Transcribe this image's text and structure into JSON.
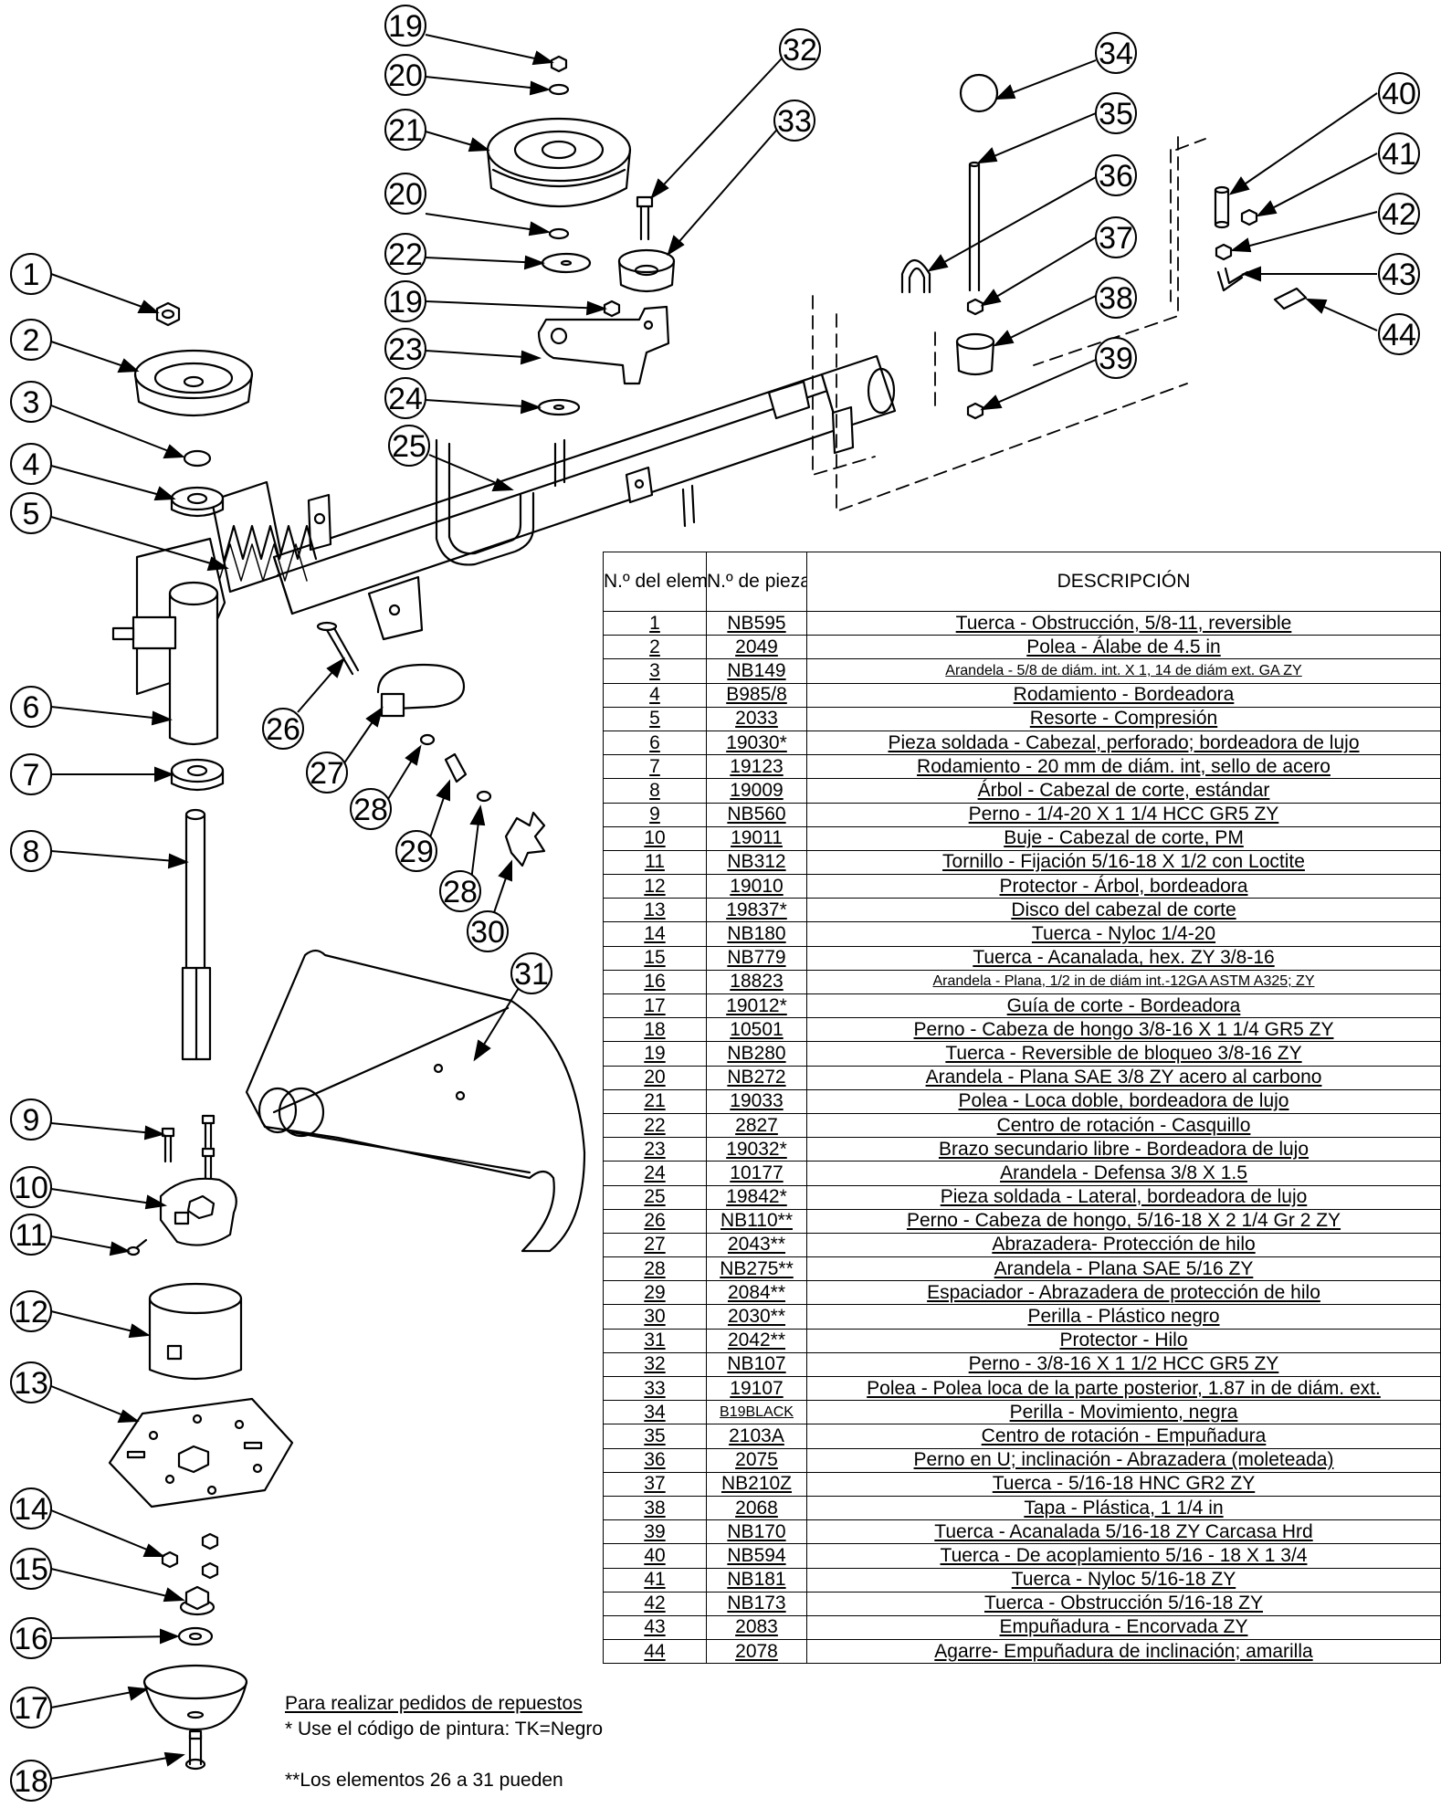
{
  "table": {
    "headers": {
      "item_no": "N.º del elemento",
      "part_no": "N.º de pieza",
      "description": "DESCRIPCIÓN"
    },
    "rows": [
      {
        "item": "1",
        "part": "NB595",
        "desc": "Tuerca - Obstrucción, 5/8-11, reversible"
      },
      {
        "item": "2",
        "part": "2049",
        "desc": "Polea - Álabe de 4.5 in"
      },
      {
        "item": "3",
        "part": "NB149",
        "desc": "Arandela - 5/8 de diám. int. X 1, 14 de diám ext. GA ZY",
        "small": true
      },
      {
        "item": "4",
        "part": "B985/8",
        "desc": "Rodamiento - Bordeadora"
      },
      {
        "item": "5",
        "part": "2033",
        "desc": "Resorte - Compresión"
      },
      {
        "item": "6",
        "part": "19030*",
        "desc": "Pieza soldada - Cabezal, perforado; bordeadora de lujo"
      },
      {
        "item": "7",
        "part": "19123",
        "desc": "Rodamiento - 20 mm de diám. int, sello de acero"
      },
      {
        "item": "8",
        "part": "19009",
        "desc": "Árbol - Cabezal de corte, estándar"
      },
      {
        "item": "9",
        "part": "NB560",
        "desc": "Perno - 1/4-20 X 1 1/4 HCC GR5 ZY"
      },
      {
        "item": "10",
        "part": "19011",
        "desc": "Buje - Cabezal de corte, PM"
      },
      {
        "item": "11",
        "part": "NB312",
        "desc": "Tornillo - Fijación 5/16-18 X 1/2 con Loctite"
      },
      {
        "item": "12",
        "part": "19010",
        "desc": "Protector - Árbol, bordeadora"
      },
      {
        "item": "13",
        "part": "19837*",
        "desc": "Disco del cabezal de corte"
      },
      {
        "item": "14",
        "part": "NB180",
        "desc": "Tuerca - Nyloc 1/4-20"
      },
      {
        "item": "15",
        "part": "NB779",
        "desc": "Tuerca - Acanalada, hex. ZY 3/8-16"
      },
      {
        "item": "16",
        "part": "18823",
        "desc": "Arandela - Plana, 1/2 in de diám int.-12GA ASTM A325; ZY",
        "small": true
      },
      {
        "item": "17",
        "part": "19012*",
        "desc": "Guía de corte - Bordeadora"
      },
      {
        "item": "18",
        "part": "10501",
        "desc": "Perno - Cabeza de hongo 3/8-16 X 1 1/4 GR5 ZY"
      },
      {
        "item": "19",
        "part": "NB280",
        "desc": "Tuerca - Reversible de bloqueo 3/8-16 ZY"
      },
      {
        "item": "20",
        "part": "NB272",
        "desc": "Arandela - Plana SAE 3/8 ZY acero al carbono"
      },
      {
        "item": "21",
        "part": "19033",
        "desc": "Polea - Loca doble, bordeadora de lujo"
      },
      {
        "item": "22",
        "part": "2827",
        "desc": "Centro de rotación - Casquillo"
      },
      {
        "item": "23",
        "part": "19032*",
        "desc": "Brazo secundario libre - Bordeadora de lujo"
      },
      {
        "item": "24",
        "part": "10177",
        "desc": "Arandela - Defensa 3/8 X 1.5"
      },
      {
        "item": "25",
        "part": "19842*",
        "desc": "Pieza soldada - Lateral, bordeadora de lujo"
      },
      {
        "item": "26",
        "part": "NB110**",
        "desc": "Perno - Cabeza de hongo, 5/16-18 X 2 1/4 Gr 2 ZY"
      },
      {
        "item": "27",
        "part": "2043**",
        "desc": "Abrazadera- Protección de hilo"
      },
      {
        "item": "28",
        "part": "NB275**",
        "desc": "Arandela - Plana SAE 5/16 ZY"
      },
      {
        "item": "29",
        "part": "2084**",
        "desc": "Espaciador - Abrazadera de protección de hilo"
      },
      {
        "item": "30",
        "part": "2030**",
        "desc": "Perilla - Plástico negro"
      },
      {
        "item": "31",
        "part": "2042**",
        "desc": "Protector - Hilo"
      },
      {
        "item": "32",
        "part": "NB107",
        "desc": "Perno - 3/8-16 X 1 1/2 HCC GR5 ZY"
      },
      {
        "item": "33",
        "part": "19107",
        "desc": "Polea - Polea loca de la parte posterior, 1.87 in de diám. ext."
      },
      {
        "item": "34",
        "part": "B19BLACK",
        "desc": "Perilla - Movimiento, negra",
        "part_small": true
      },
      {
        "item": "35",
        "part": "2103A",
        "desc": "Centro de rotación - Empuñadura"
      },
      {
        "item": "36",
        "part": "2075",
        "desc": "Perno en U; inclinación - Abrazadera (moleteada)"
      },
      {
        "item": "37",
        "part": "NB210Z",
        "desc": "Tuerca - 5/16-18 HNC GR2 ZY"
      },
      {
        "item": "38",
        "part": "2068",
        "desc": "Tapa - Plástica, 1 1/4 in"
      },
      {
        "item": "39",
        "part": "NB170",
        "desc": "Tuerca - Acanalada 5/16-18 ZY Carcasa Hrd"
      },
      {
        "item": "40",
        "part": "NB594",
        "desc": "Tuerca - De acoplamiento 5/16 - 18 X 1 3/4"
      },
      {
        "item": "41",
        "part": "NB181",
        "desc": "Tuerca - Nyloc 5/16-18 ZY"
      },
      {
        "item": "42",
        "part": "NB173",
        "desc": "Tuerca - Obstrucción 5/16-18 ZY"
      },
      {
        "item": "43",
        "part": "2083",
        "desc": "Empuñadura - Encorvada ZY"
      },
      {
        "item": "44",
        "part": "2078",
        "desc": "Agarre- Empuñadura de inclinación; amarilla"
      }
    ]
  },
  "notes": {
    "title": "Para realizar pedidos de repuestos",
    "paint": "* Use el código de pintura: TK=Negro",
    "line_kit": "**Los elementos 26 a 31 pueden"
  },
  "callouts": [
    "1",
    "2",
    "3",
    "4",
    "5",
    "6",
    "7",
    "8",
    "9",
    "10",
    "11",
    "12",
    "13",
    "14",
    "15",
    "16",
    "17",
    "18",
    "19",
    "20",
    "21",
    "22",
    "23",
    "24",
    "25",
    "26",
    "27",
    "28",
    "29",
    "30",
    "31",
    "32",
    "33",
    "34",
    "35",
    "36",
    "37",
    "38",
    "39",
    "40",
    "41",
    "42",
    "43",
    "44"
  ]
}
